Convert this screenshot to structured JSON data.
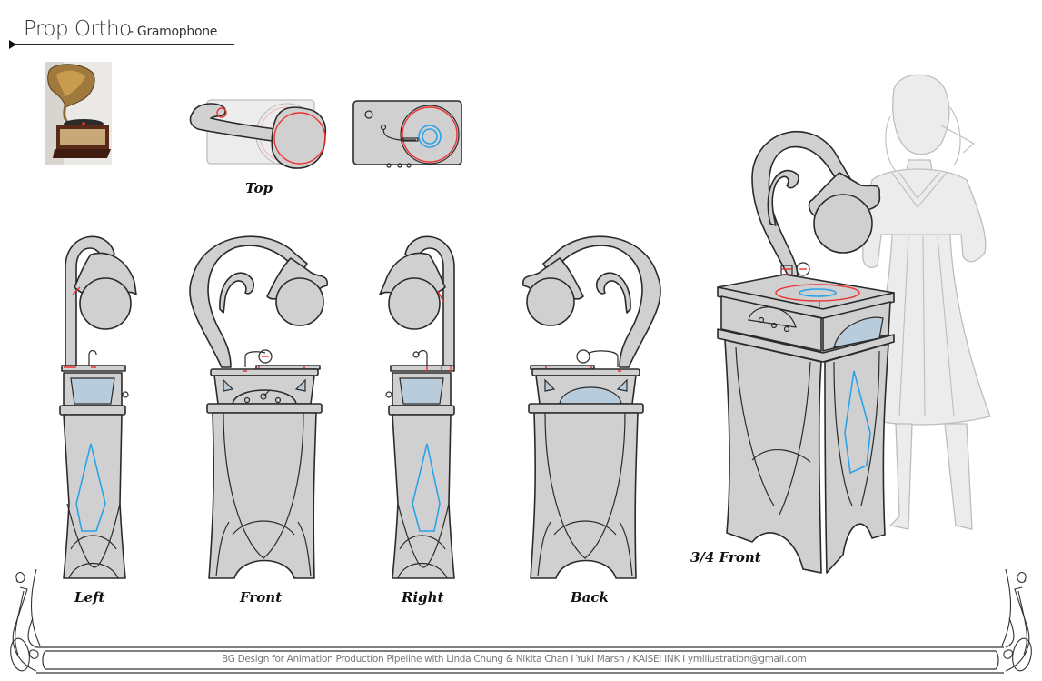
{
  "header": {
    "title": "Prop Ortho",
    "subtitle": "- Gramophone"
  },
  "reference_photo": {
    "alt": "Reference photo of antique brass-horn gramophone on wooden box"
  },
  "views": {
    "top": "Top",
    "left": "Left",
    "front": "Front",
    "right": "Right",
    "back": "Back",
    "three_quarter": "3/4 Front"
  },
  "footer": {
    "credit": "BG Design for Animation Production Pipeline with Linda Chung & Nikita Chan  I  Yuki Marsh / KAISEI INK  I  ymillustration@gmail.com"
  },
  "colors": {
    "body_fill": "#d0d0d0",
    "line": "#2a2a2a",
    "accent_red": "#e33333",
    "accent_blue": "#29a3e8",
    "speaker_mesh": "#b9ccdc",
    "character_sketch": "#bdbdbd"
  }
}
